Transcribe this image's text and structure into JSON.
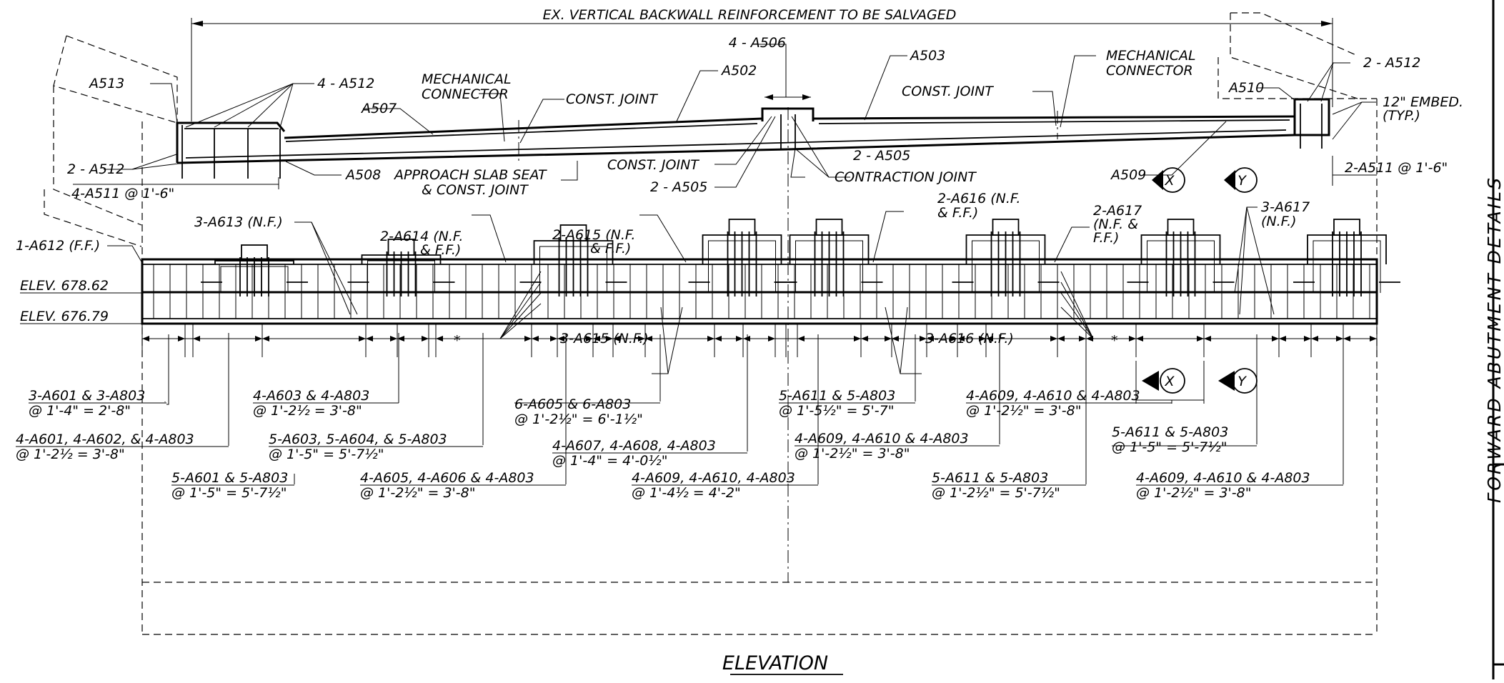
{
  "drawing": {
    "view_title": "ELEVATION",
    "side_title": "FORWARD ABUTMENT DETAILS",
    "backwall": {
      "top_note": "EX. VERTICAL BACKWALL REINFORCEMENT TO BE SALVAGED",
      "labels": {
        "a506": "4 - A506",
        "a502": "A502",
        "a503": "A503",
        "mech_left_1": "MECHANICAL",
        "mech_left_2": "CONNECTOR",
        "mech_right_1": "MECHANICAL",
        "mech_right_2": "CONNECTOR",
        "a513": "A513",
        "a512_left": "4 - A512",
        "a507": "A507",
        "const_joint_1": "CONST. JOINT",
        "const_joint_2": "CONST. JOINT",
        "const_joint_3": "CONST. JOINT",
        "a510": "A510",
        "a512_right": "2 - A512",
        "embed_1": "12\" EMBED.",
        "embed_2": "(TYP.)",
        "a509": "A509",
        "a511_right": "2-A511 @ 1'-6\"",
        "a512_2": "2 - A512",
        "a511_left": "4-A511 @ 1'-6\"",
        "a508": "A508",
        "slab_seat_1": "APPROACH SLAB SEAT",
        "slab_seat_2": "& CONST. JOINT",
        "a505_left": "2 - A505",
        "a505_right": "2 - A505",
        "contraction": "CONTRACTION JOINT"
      }
    },
    "sections": [
      {
        "letter": "X"
      },
      {
        "letter": "Y"
      }
    ],
    "seat": {
      "labels": {
        "a612": "1-A612 (F.F.)",
        "a613": "3-A613 (N.F.)",
        "a614_1": "2-A614 (N.F.",
        "a614_2": "& F.F.)",
        "a615_1": "2-A615 (N.F.",
        "a615_2": "& F.F.)",
        "a616_1": "2-A616 (N.F.",
        "a616_2": "& F.F.)",
        "a617_1": "2-A617",
        "a617_2": "(N.F. &",
        "a617_3": "F.F.)",
        "a617b_1": "3-A617",
        "a617b_2": "(N.F.)",
        "elev_top": "ELEV. 678.62",
        "elev_bot": "ELEV. 676.79",
        "a615_nf": "3-A615 (N.F.)",
        "a616_nf": "3-A616 (N.F.)",
        "star": "*"
      }
    },
    "spacing_notes": [
      {
        "l1": "3-A601 & 3-A803",
        "l2": "@ 1'-4\" = 2'-8\""
      },
      {
        "l1": "4-A601, 4-A602, & 4-A803",
        "l2": "@ 1'-2½ = 3'-8\""
      },
      {
        "l1": "5-A601 & 5-A803",
        "l2": "@ 1'-5\" = 5'-7½\""
      },
      {
        "l1": "4-A603 & 4-A803",
        "l2": "@ 1'-2½ = 3'-8\""
      },
      {
        "l1": "5-A603, 5-A604, & 5-A803",
        "l2": "@ 1'-5\" = 5'-7½\""
      },
      {
        "l1": "4-A605, 4-A606 & 4-A803",
        "l2": "@ 1'-2½\" = 3'-8\""
      },
      {
        "l1": "6-A605 & 6-A803",
        "l2": "@ 1'-2½\" = 6'-1½\""
      },
      {
        "l1": "4-A607, 4-A608, 4-A803",
        "l2": "@ 1'-4\" = 4'-0½\""
      },
      {
        "l1": "4-A609, 4-A610, 4-A803",
        "l2": "@ 1'-4½ = 4'-2\""
      },
      {
        "l1": "5-A611 & 5-A803",
        "l2": "@ 1'-5½\" = 5'-7\""
      },
      {
        "l1": "4-A609, 4-A610 & 4-A803",
        "l2": "@ 1'-2½\" = 3'-8\""
      },
      {
        "l1": "5-A611 & 5-A803",
        "l2": "@ 1'-2½\" = 5'-7½\""
      },
      {
        "l1": "4-A609, 4-A610 & 4-A803",
        "l2": "@ 1'-2½\" = 3'-8\""
      },
      {
        "l1": "5-A611 & 5-A803",
        "l2": "@ 1'-5\" = 5'-7½\""
      },
      {
        "l1": "4-A609, 4-A610 & 4-A803",
        "l2": "@ 1'-2½\" = 3'-8\""
      }
    ]
  }
}
